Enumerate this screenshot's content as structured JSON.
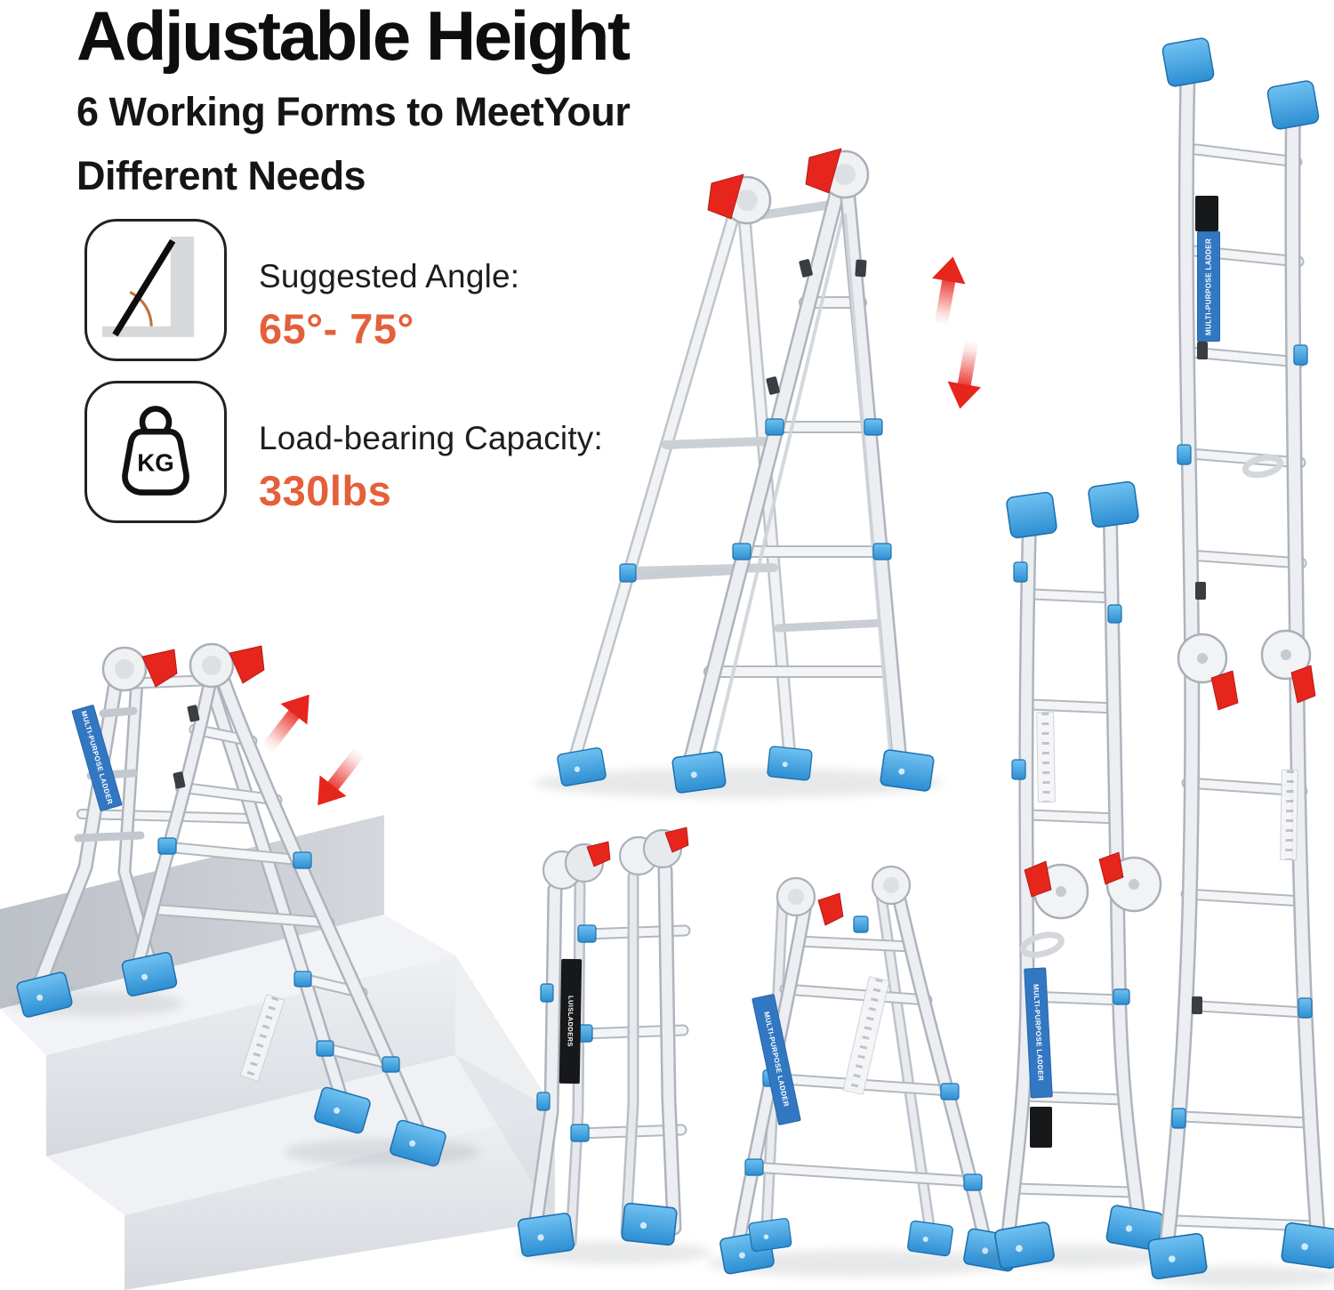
{
  "header": {
    "title": "Adjustable Height",
    "subtitle_line1": "6 Working Forms to MeetYour",
    "subtitle_line2": "Different Needs"
  },
  "features": {
    "angle": {
      "label": "Suggested Angle:",
      "value": "65°- 75°"
    },
    "capacity": {
      "label": "Load-bearing Capacity:",
      "value": "330lbs",
      "badge": "KG"
    }
  },
  "stickers": {
    "multi_purpose": "MULTI-PURPOSE LADDER",
    "brand": "LUISLADDERS"
  },
  "colors": {
    "accent_orange": "#E4603A",
    "accent_red": "#E6251C",
    "accent_blue": "#3FA0E4",
    "rail_silver": "#EDEFF2",
    "stair_gray": "#E7EAEE"
  }
}
